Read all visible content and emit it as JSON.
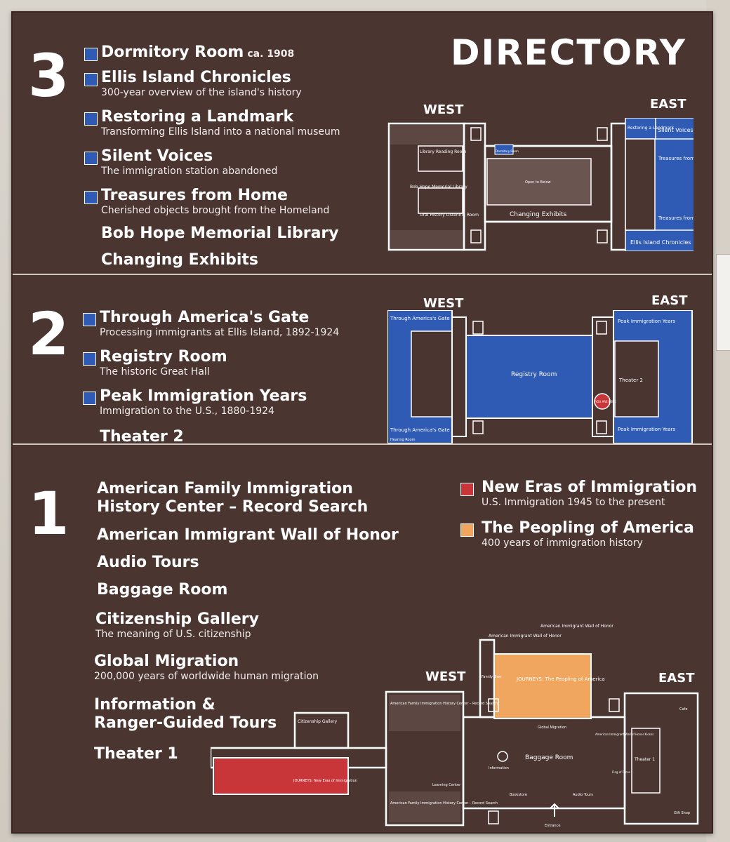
{
  "heading": "DIRECTORY",
  "colors": {
    "board": "#4a3531",
    "blue": "#2f5bb5",
    "red": "#c9363a",
    "orange": "#f0a65e"
  },
  "floor3": {
    "number": "3",
    "items": [
      {
        "title": "Dormitory Room",
        "suffix": "ca. 1908",
        "subtitle": ""
      },
      {
        "title": "Ellis Island Chronicles",
        "subtitle": "300-year overview of the island's history"
      },
      {
        "title": "Restoring a Landmark",
        "subtitle": "Transforming Ellis Island into a national museum"
      },
      {
        "title": "Silent Voices",
        "subtitle": "The immigration station abandoned"
      },
      {
        "title": "Treasures from Home",
        "subtitle": "Cherished objects brought from the Homeland"
      },
      {
        "title": "Bob Hope Memorial Library"
      },
      {
        "title": "Changing Exhibits"
      }
    ],
    "map": {
      "west": "WEST",
      "east": "EAST",
      "labels": {
        "library_reading": "Library Reading Room",
        "bob_hope": "Bob Hope Memorial Library",
        "oral_history": "Oral History Listening Room",
        "dormitory": "Dormitory Room",
        "open_below": "Open to Below",
        "changing": "Changing Exhibits",
        "restoring": "Restoring a Landmark",
        "silent": "Silent Voices",
        "treasures_1": "Treasures from Home",
        "treasures_2": "Treasures from Home",
        "chronicles": "Ellis Island Chronicles"
      }
    }
  },
  "floor2": {
    "number": "2",
    "items": [
      {
        "title": "Through America's Gate",
        "subtitle": "Processing immigrants at Ellis Island, 1892-1924"
      },
      {
        "title": "Registry Room",
        "subtitle": "The historic Great Hall"
      },
      {
        "title": "Peak Immigration Years",
        "subtitle": "Immigration to the U.S., 1880-1924"
      },
      {
        "title": "Theater 2"
      }
    ],
    "map": {
      "west": "WEST",
      "east": "EAST",
      "labels": {
        "gate_top": "Through America's Gate",
        "gate_bottom": "Through America's Gate",
        "hearing": "Hearing Room",
        "registry": "Registry Room",
        "peak_top": "Peak Immigration Years",
        "peak_bottom": "Peak Immigration Years",
        "theater2": "Theater 2",
        "you_are_here": "YOU ARE HERE"
      }
    }
  },
  "floor1": {
    "number": "1",
    "items": [
      {
        "title": "American Family Immigration",
        "title2": "History Center  – Record Search"
      },
      {
        "title": "American Immigrant Wall of Honor"
      },
      {
        "title": "Audio Tours"
      },
      {
        "title": "Baggage Room"
      },
      {
        "title": "Citizenship Gallery",
        "subtitle": "The meaning of U.S. citizenship"
      },
      {
        "title": "Global Migration",
        "subtitle": "200,000 years of worldwide human migration"
      },
      {
        "title": "Information &",
        "title2": "Ranger-Guided Tours"
      },
      {
        "title": "Theater 1"
      }
    ],
    "legend": [
      {
        "title": "New Eras of Immigration",
        "subtitle": "U.S. Immigration 1945 to the present",
        "color": "red"
      },
      {
        "title": "The Peopling of America",
        "subtitle": "400 years of immigration history",
        "color": "orange"
      }
    ],
    "map": {
      "west": "WEST",
      "east": "EAST",
      "labels": {
        "wall_honor_1": "American Immigrant Wall of Honor",
        "wall_honor_2": "American Immigrant Wall of Honor",
        "family_tree": "Family Tree",
        "journeys_peopling": "JOURNEYS: The Peopling of America",
        "family_center_1": "American Family Immigration History Center – Record Search",
        "family_center_2": "American Family Immigration History Center – Record Search",
        "citizenship": "Citizenship Gallery",
        "journeys_new": "JOURNEYS: New Eras of Immigration",
        "global_migration": "Global Migration",
        "wall_kiosks": "American Immigrant Wall of Honor Kiosks",
        "baggage": "Baggage Room",
        "information": "Information",
        "learning": "Learning Center",
        "bookstore": "Bookstore",
        "audio": "Audio Tours",
        "flag": "Flag of Faces",
        "theater1": "Theater 1",
        "cafe": "Cafe",
        "gift": "Gift Shop",
        "entrance": "Entrance"
      }
    }
  }
}
